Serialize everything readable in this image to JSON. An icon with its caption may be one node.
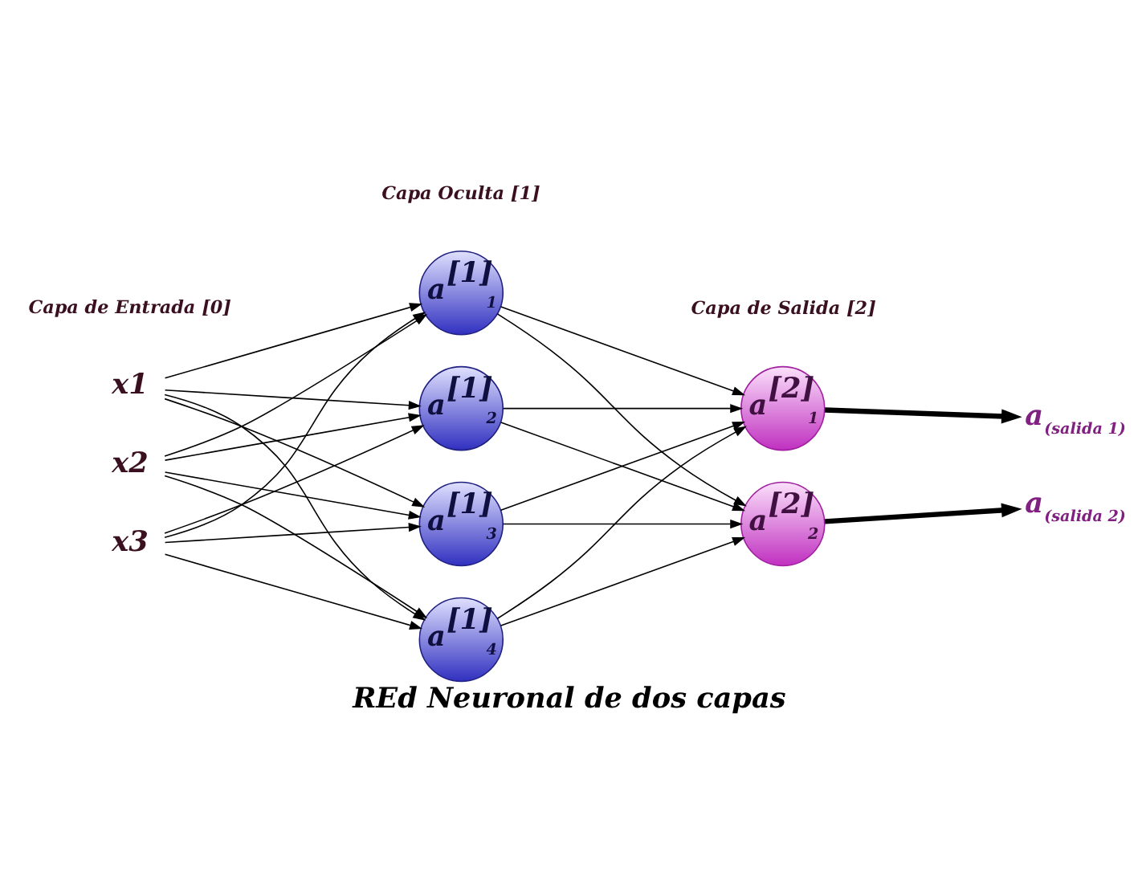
{
  "diagram": {
    "caption": "REd Neuronal de dos capas",
    "nodes": [
      {
        "text": [
          "x1"
        ]
      },
      {
        "text": [
          "x2"
        ]
      },
      {
        "text": [
          "x3"
        ]
      },
      {
        "text": [
          "a$^{[1]}$$_{1}$"
        ]
      },
      {
        "text": [
          "a$^{[1]}$$_{2}$"
        ]
      },
      {
        "text": [
          "a$^{[1]}$$_{3}$"
        ]
      },
      {
        "text": [
          "a$^{[1]}$$_{4}$"
        ]
      },
      {
        "text": [
          "a$^{[2]}$$_{1}$"
        ]
      },
      {
        "text": [
          "a$^{[2]}$$_{2}$"
        ]
      },
      {
        "text": [
          "a$_{(salida 1)}$"
        ]
      },
      {
        "text": [
          "a$_{(salida 2)}$"
        ]
      }
    ],
    "edges": [
      {
        "from": 0,
        "to": 3,
        "arrow": "to"
      },
      {
        "from": 0,
        "to": 4,
        "arrow": "to"
      },
      {
        "from": 0,
        "to": 5,
        "arrow": "to"
      },
      {
        "from": 0,
        "to": 6,
        "arrow": "to"
      },
      {
        "from": 1,
        "to": 3,
        "arrow": "to"
      },
      {
        "from": 1,
        "to": 4,
        "arrow": "to"
      },
      {
        "from": 1,
        "to": 5,
        "arrow": "to"
      },
      {
        "from": 1,
        "to": 6,
        "arrow": "to"
      },
      {
        "from": 2,
        "to": 3,
        "arrow": "to"
      },
      {
        "from": 2,
        "to": 4,
        "arrow": "to"
      },
      {
        "from": 2,
        "to": 5,
        "arrow": "to"
      },
      {
        "from": 2,
        "to": 6,
        "arrow": "to"
      },
      {
        "from": 3,
        "to": 7,
        "arrow": "to"
      },
      {
        "from": 3,
        "to": 8,
        "arrow": "to"
      },
      {
        "from": 4,
        "to": 7,
        "arrow": "to"
      },
      {
        "from": 4,
        "to": 8,
        "arrow": "to"
      },
      {
        "from": 5,
        "to": 7,
        "arrow": "to"
      },
      {
        "from": 5,
        "to": 8,
        "arrow": "to"
      },
      {
        "from": 6,
        "to": 7,
        "arrow": "to"
      },
      {
        "from": 6,
        "to": 8,
        "arrow": "to"
      },
      {
        "from": 7,
        "to": 9,
        "arrow": "to",
        "style": "thick"
      },
      {
        "from": 8,
        "to": 10,
        "arrow": "to",
        "style": "thick"
      }
    ],
    "labels": [
      "Capa de Entrada [0]",
      "Capa Oculta [1]",
      "Capa de Salida [2]"
    ]
  }
}
